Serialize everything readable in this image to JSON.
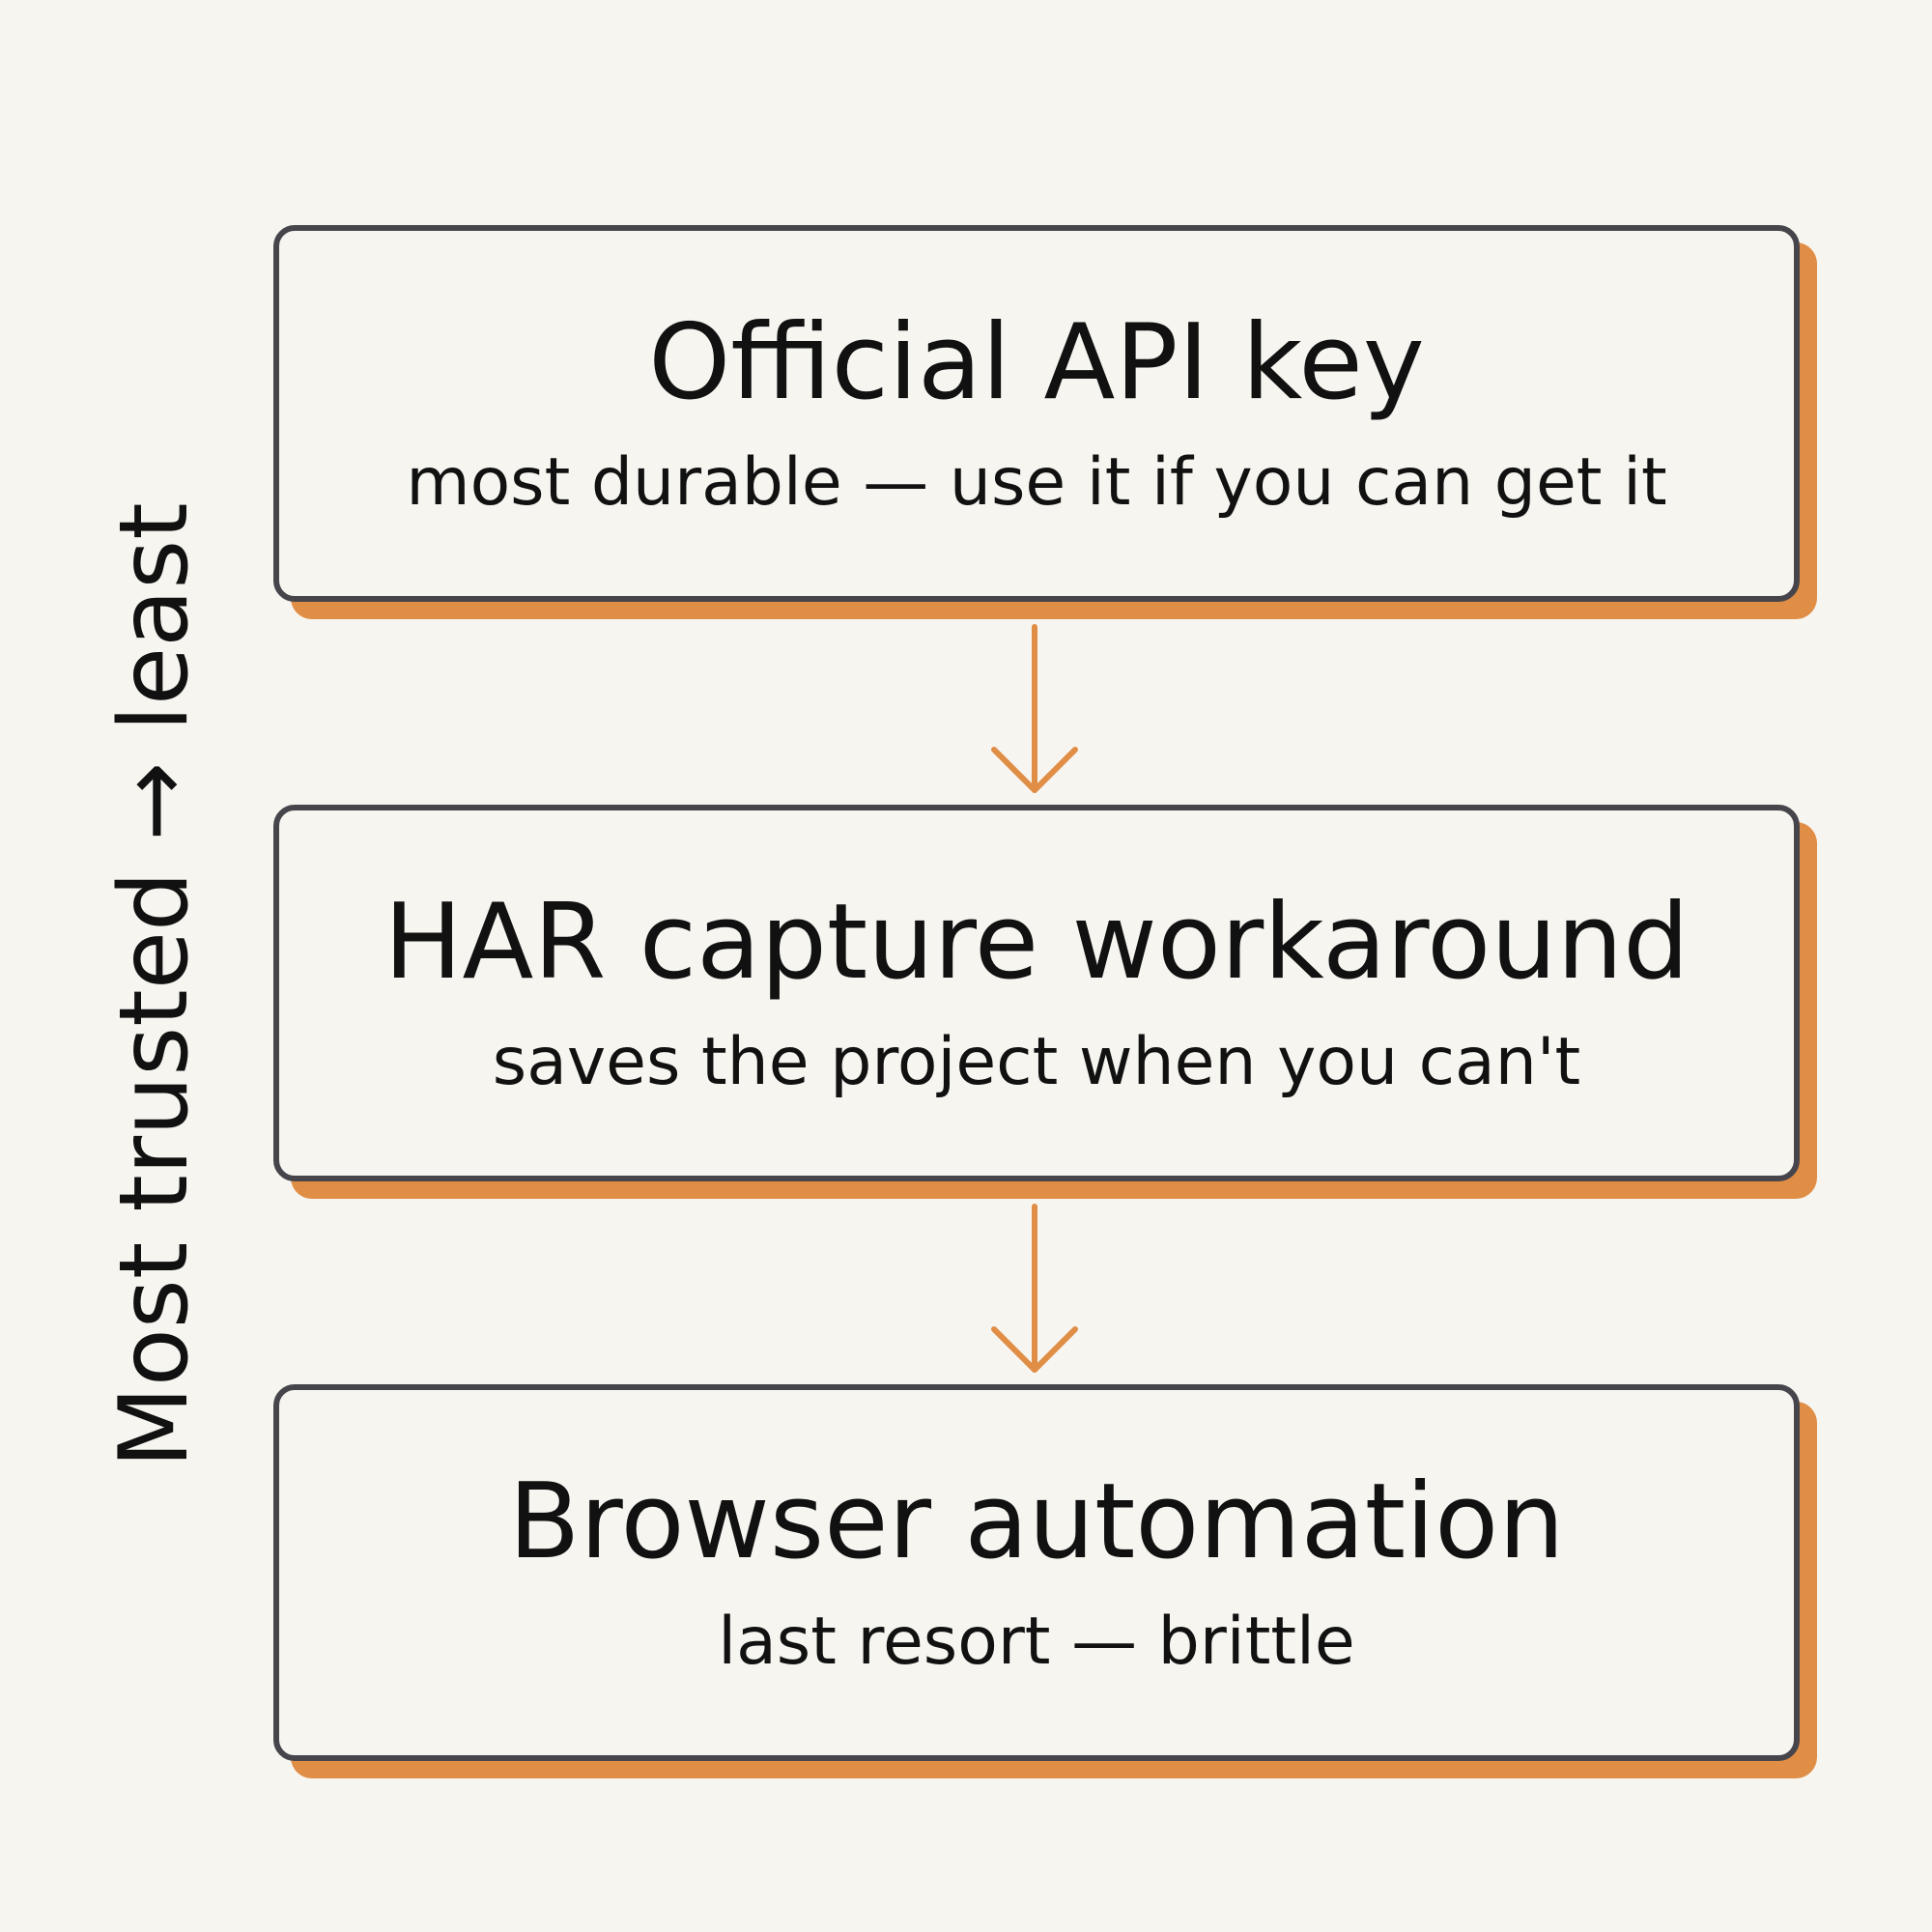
{
  "diagram": {
    "axis_label": "Most trusted → least",
    "steps": [
      {
        "title": "Official API key",
        "subtitle": "most durable — use it if you can get it"
      },
      {
        "title": "HAR capture workaround",
        "subtitle": "saves the project when you can't"
      },
      {
        "title": "Browser automation",
        "subtitle": "last resort — brittle"
      }
    ]
  },
  "colors": {
    "background": "#f7f5f0",
    "box_border": "#45454b",
    "accent": "#e08d45",
    "text": "#111111"
  }
}
